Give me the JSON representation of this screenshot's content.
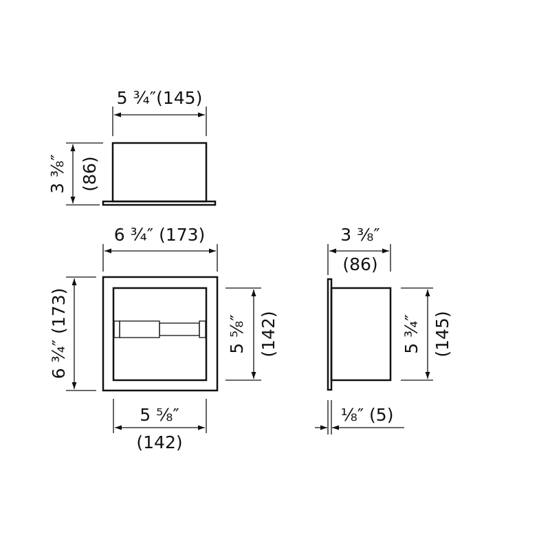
{
  "top_view": {
    "width_label": "5 ¾″(145)",
    "height_in": "3 ⅜″",
    "height_mm": "(86)"
  },
  "front_view": {
    "width_label": "6 ¾″ (173)",
    "height_label": "6 ¾″ (173)",
    "inner_height_in": "5 ⅝″",
    "inner_height_mm": "(142)",
    "inner_width_in": "5 ⅝″",
    "inner_width_mm": "(142)"
  },
  "side_view": {
    "depth_in": "3 ⅜″",
    "depth_mm": "(86)",
    "height_in": "5 ¾″",
    "height_mm": "(145)",
    "flange_label": "⅛″ (5)"
  },
  "colors": {
    "line": "#111111",
    "background": "#ffffff"
  }
}
